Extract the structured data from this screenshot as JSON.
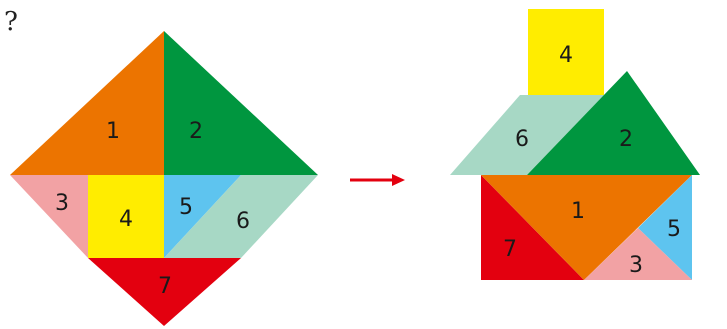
{
  "question_mark": "?",
  "colors": {
    "orange": "#ec7400",
    "green": "#00963f",
    "pink": "#f2a2a4",
    "yellow": "#ffed00",
    "blue": "#5ec4ef",
    "teal": "#a7d8c5",
    "red": "#e3000f",
    "arrow": "#e3000f"
  },
  "left_square": {
    "pieces": [
      {
        "num": "1",
        "color": "orange"
      },
      {
        "num": "2",
        "color": "green"
      },
      {
        "num": "3",
        "color": "pink"
      },
      {
        "num": "4",
        "color": "yellow"
      },
      {
        "num": "5",
        "color": "blue"
      },
      {
        "num": "6",
        "color": "teal"
      },
      {
        "num": "7",
        "color": "red"
      }
    ]
  },
  "right_house": {
    "pieces": [
      {
        "num": "4",
        "color": "yellow"
      },
      {
        "num": "6",
        "color": "teal"
      },
      {
        "num": "2",
        "color": "green"
      },
      {
        "num": "1",
        "color": "orange"
      },
      {
        "num": "7",
        "color": "red"
      },
      {
        "num": "5",
        "color": "blue"
      },
      {
        "num": "3",
        "color": "pink"
      }
    ]
  }
}
